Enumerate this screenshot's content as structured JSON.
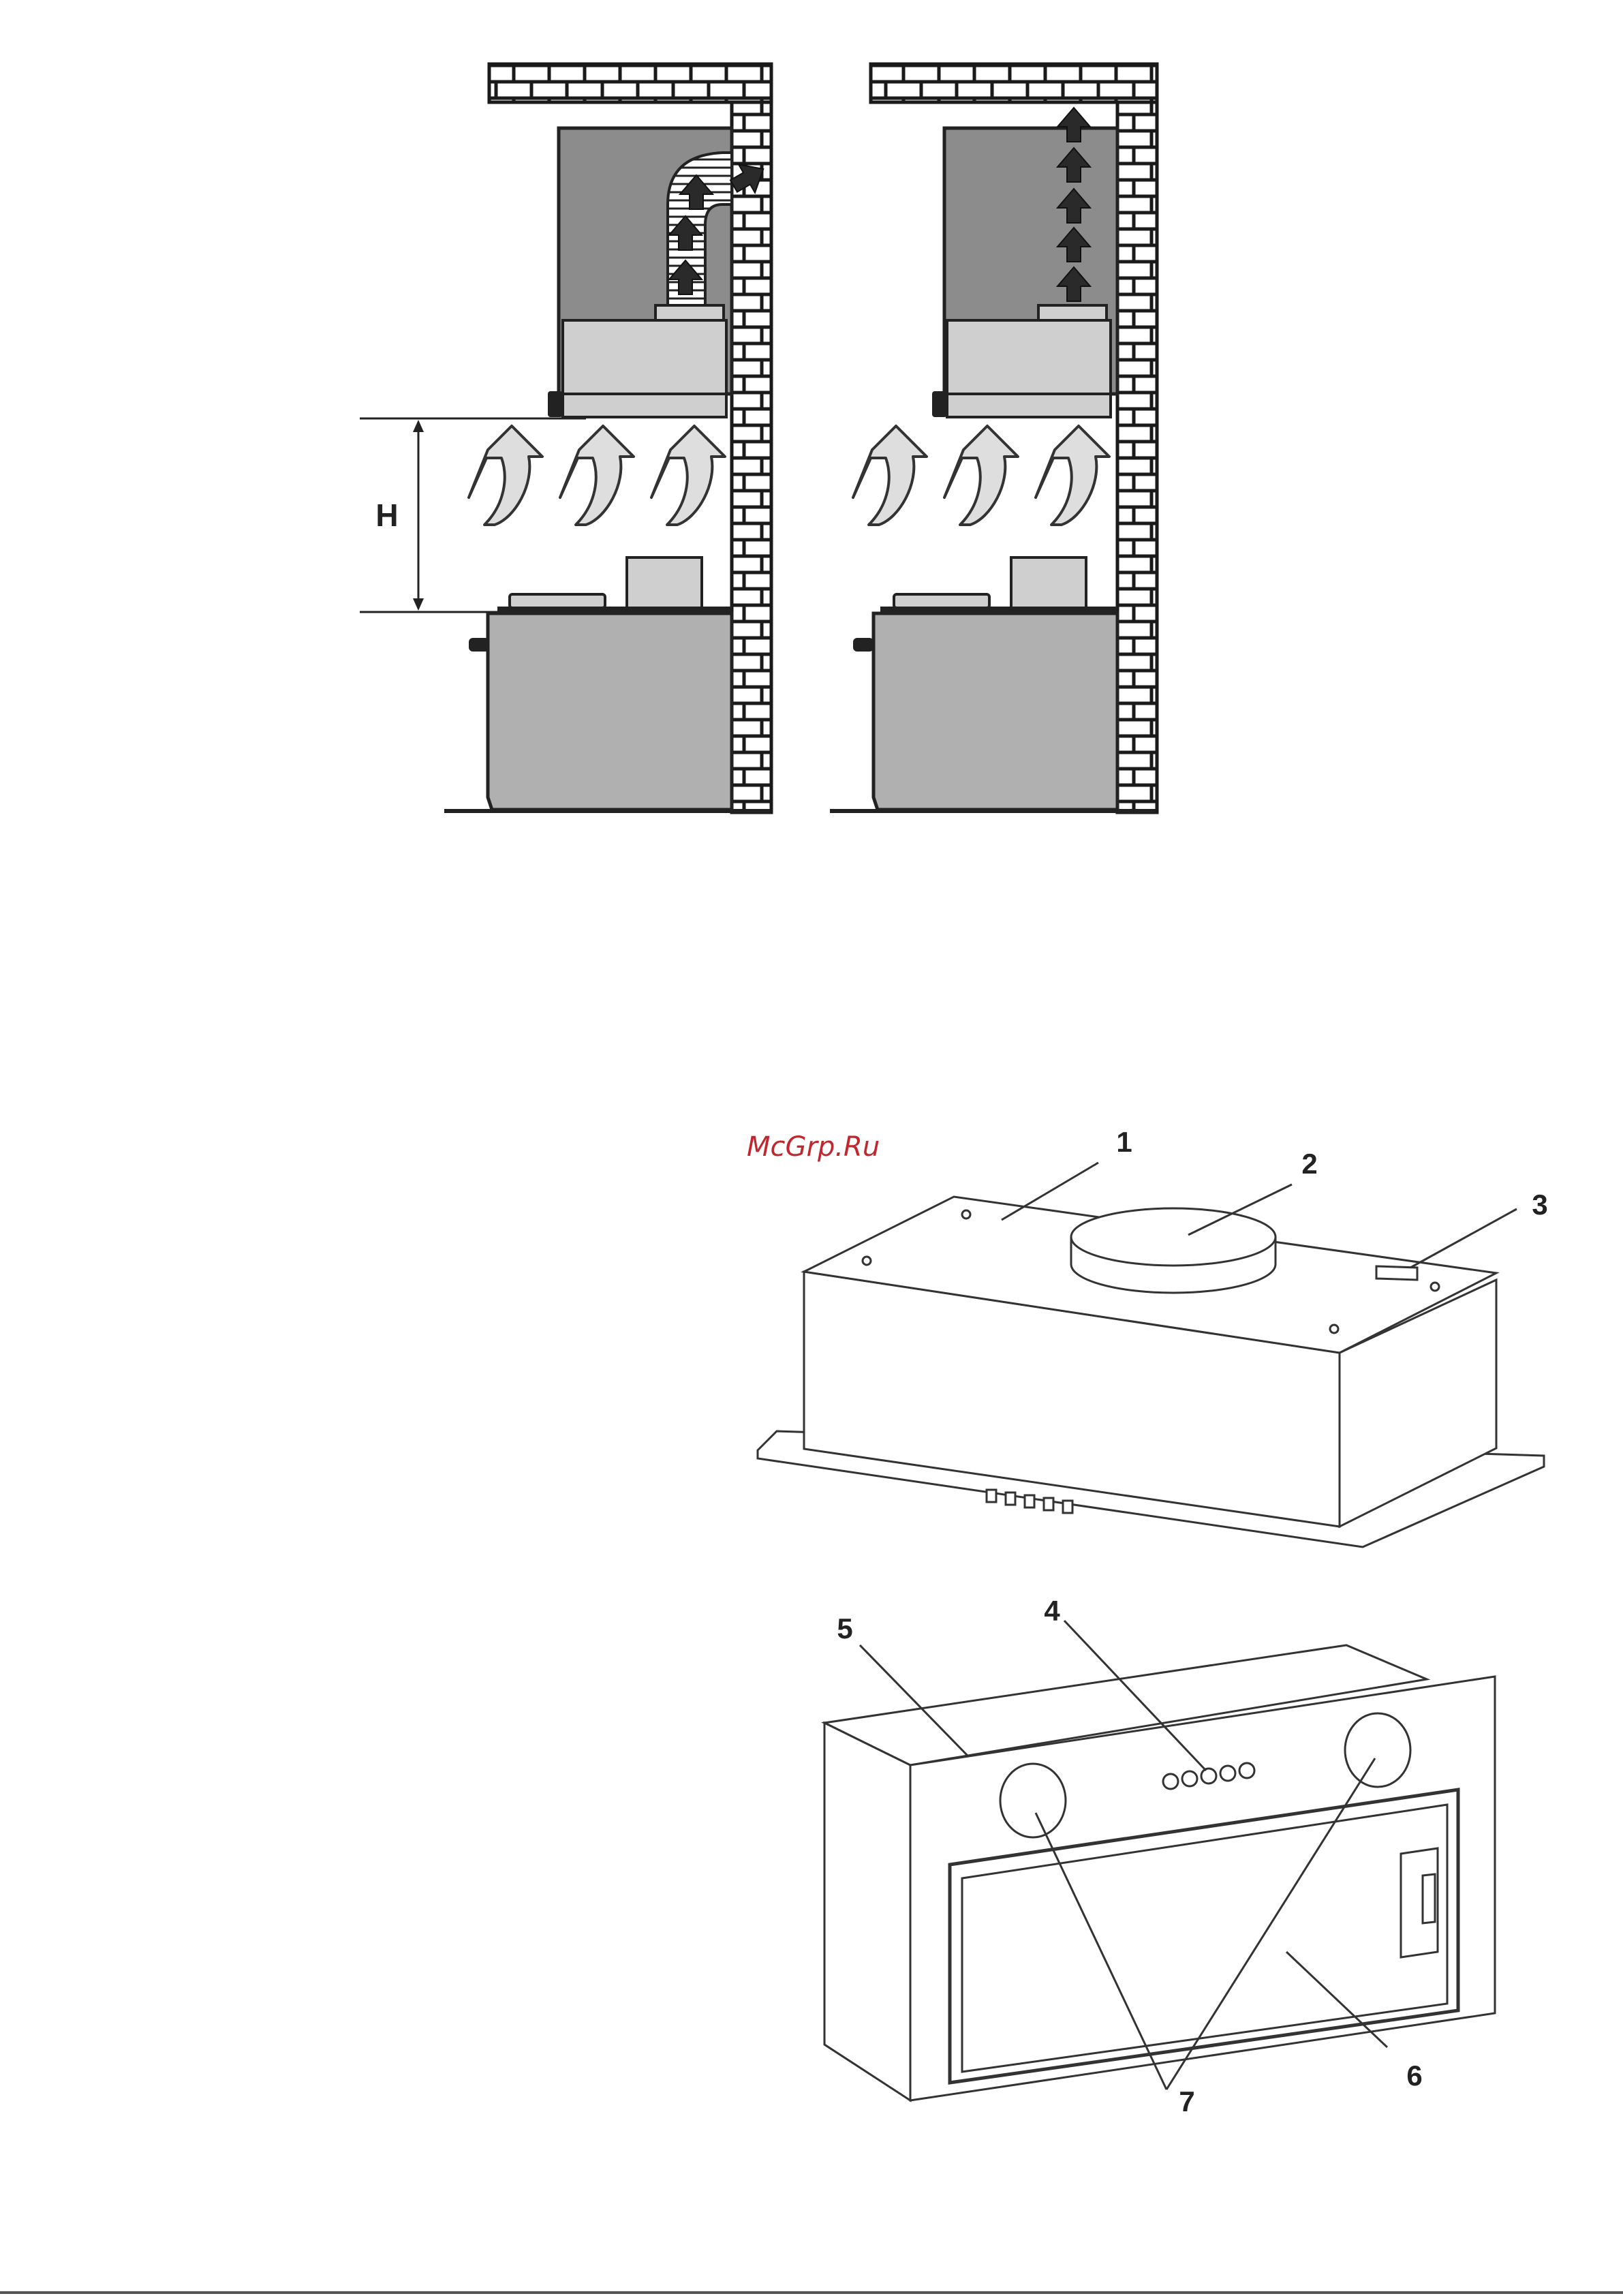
{
  "diagram_top": {
    "height_label": "H"
  },
  "watermark": "McGrp.Ru",
  "diagram_bottom": {
    "callouts": [
      "1",
      "2",
      "3",
      "4",
      "5",
      "6",
      "7"
    ]
  },
  "colors": {
    "cabinet_dark": "#8c8c8c",
    "appliance_grey": "#b0b0b0",
    "hood_light": "#cfcfcf",
    "arrow_fill": "#dedede",
    "arrow_dark": "#2a2a2a",
    "watermark_red": "#c0282e"
  }
}
